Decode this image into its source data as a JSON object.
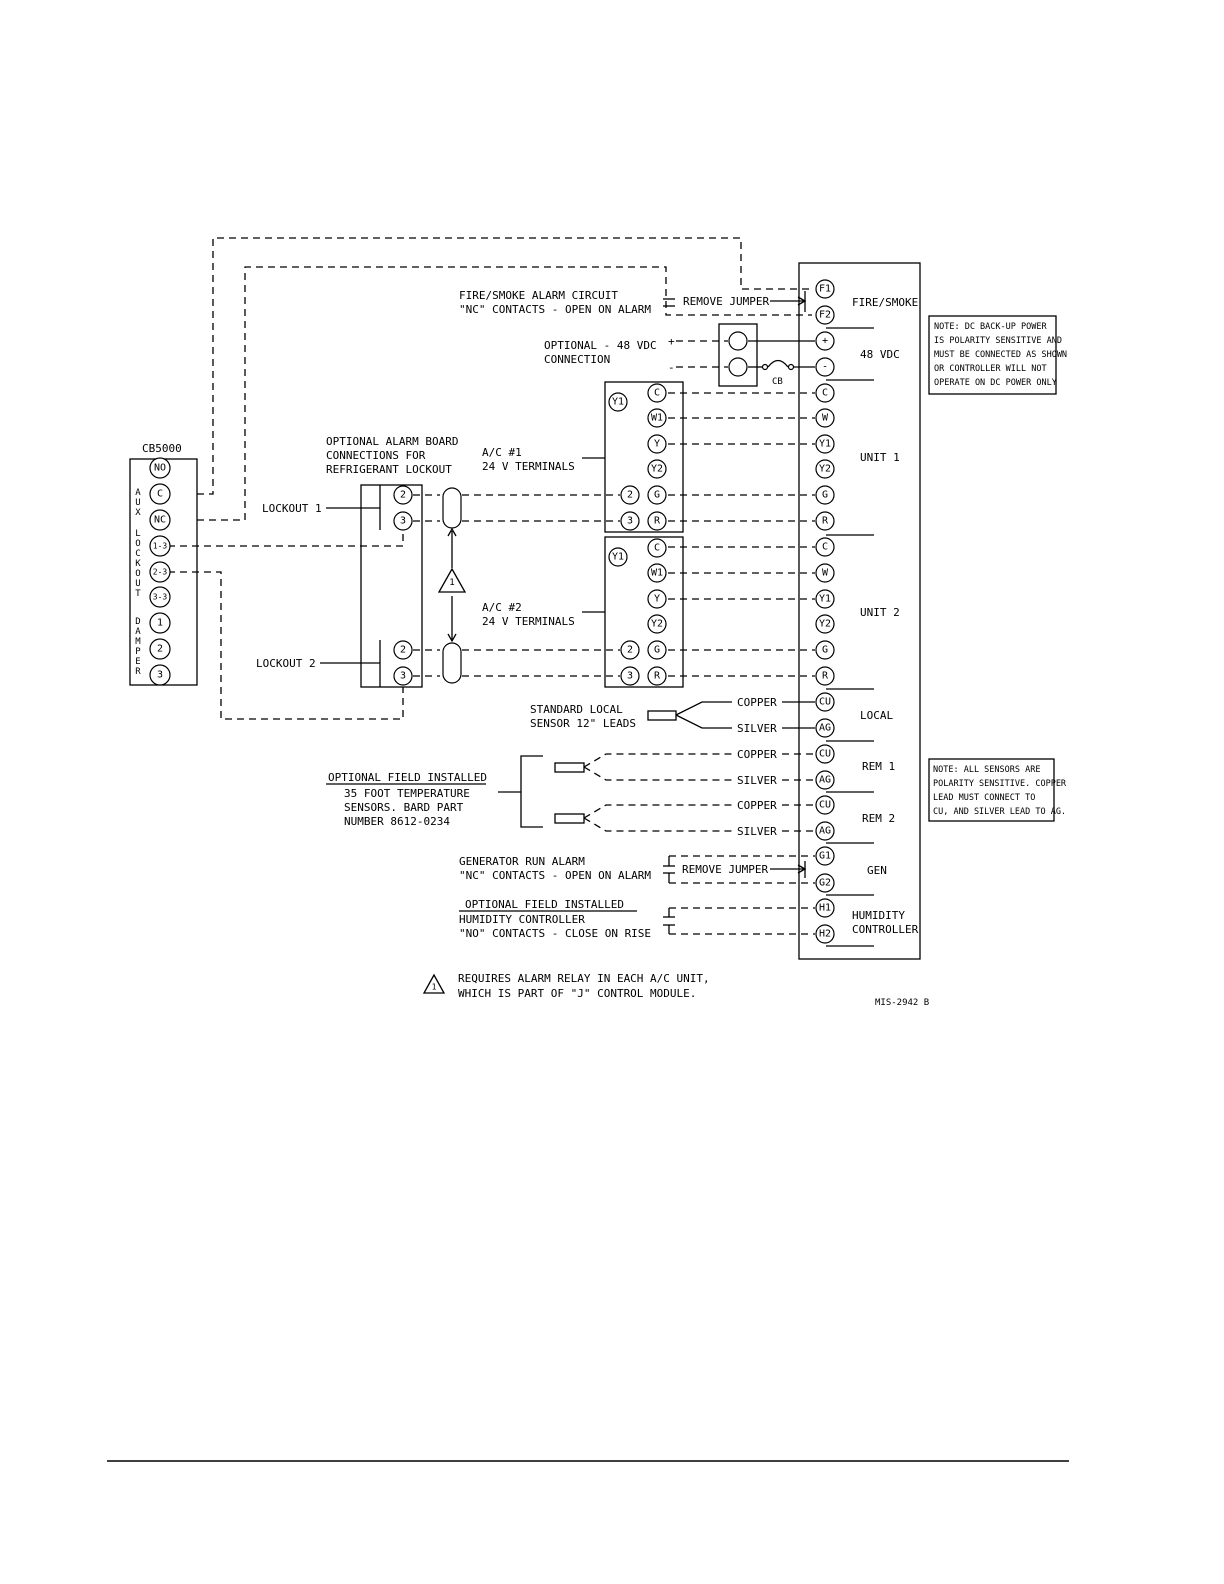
{
  "cb5000": {
    "title": "CB5000",
    "side_aux": "AUX",
    "side_lockout": "LOCKOUT",
    "side_damper": "DAMPER",
    "terminals": [
      "NO",
      "C",
      "NC",
      "1-3",
      "2-3",
      "3-3",
      "1",
      "2",
      "3"
    ]
  },
  "controller": {
    "terminals": [
      "F1",
      "F2",
      "+",
      "-",
      "C",
      "W",
      "Y1",
      "Y2",
      "G",
      "R",
      "C",
      "W",
      "Y1",
      "Y2",
      "G",
      "R",
      "CU",
      "AG",
      "CU",
      "AG",
      "CU",
      "AG",
      "G1",
      "G2",
      "H1",
      "H2"
    ],
    "sections": [
      "FIRE/SMOKE",
      "48 VDC",
      "UNIT 1",
      "UNIT 2",
      "LOCAL",
      "REM 1",
      "REM 2",
      "GEN",
      "HUMIDITY",
      "CONTROLLER"
    ]
  },
  "ac1": {
    "label_line1": "A/C #1",
    "label_line2": "24 V TERMINALS",
    "y1_marker": "Y1",
    "terminals": [
      "C",
      "W1",
      "Y",
      "Y2",
      "G",
      "R"
    ],
    "side_terminals": [
      "2",
      "3"
    ]
  },
  "ac2": {
    "label_line1": "A/C #2",
    "label_line2": "24 V TERMINALS",
    "y1_marker": "Y1",
    "terminals": [
      "C",
      "W1",
      "Y",
      "Y2",
      "G",
      "R"
    ],
    "side_terminals": [
      "2",
      "3"
    ]
  },
  "alarm_board": {
    "title": [
      "OPTIONAL ALARM BOARD",
      "CONNECTIONS FOR",
      "REFRIGERANT LOCKOUT"
    ],
    "lockout1": "LOCKOUT 1",
    "lockout2": "LOCKOUT 2",
    "terminals": [
      "2",
      "3",
      "2",
      "3"
    ]
  },
  "labels": {
    "fire_line1": "FIRE/SMOKE ALARM CIRCUIT",
    "fire_line2": "\"NC\" CONTACTS - OPEN ON ALARM",
    "remove_jumper_1": "REMOVE JUMPER",
    "optional_48_line1": "OPTIONAL - 48 VDC",
    "optional_48_line2": "CONNECTION",
    "plus": "+",
    "minus": "-",
    "cb": "CB",
    "sensor_std_line1": "STANDARD LOCAL",
    "sensor_std_line2": "SENSOR 12\" LEADS",
    "copper": "COPPER",
    "silver": "SILVER",
    "field_line1": "OPTIONAL FIELD INSTALLED",
    "field_line2": "35 FOOT TEMPERATURE",
    "field_line3": "SENSORS. BARD PART",
    "field_line4": "NUMBER 8612-0234",
    "gen_line1": "GENERATOR RUN ALARM",
    "gen_line2": "\"NC\" CONTACTS - OPEN ON ALARM",
    "remove_jumper_2": "REMOVE JUMPER",
    "hum_line1": "OPTIONAL FIELD INSTALLED",
    "hum_line2": "HUMIDITY CONTROLLER",
    "hum_line3": "\"NO\" CONTACTS - CLOSE ON RISE",
    "triangle_mark": "1",
    "footnote_line1": "REQUIRES ALARM RELAY IN EACH A/C UNIT,",
    "footnote_line2": "WHICH IS PART OF \"J\" CONTROL MODULE.",
    "drawing_number": "MIS-2942 B"
  },
  "notes": {
    "dc_note": [
      "NOTE: DC BACK-UP POWER",
      "IS POLARITY SENSITIVE AND",
      "MUST BE CONNECTED AS SHOWN",
      "OR CONTROLLER WILL NOT",
      "OPERATE ON DC POWER ONLY"
    ],
    "sensor_note": [
      "NOTE: ALL SENSORS ARE",
      "POLARITY SENSITIVE. COPPER",
      "LEAD MUST CONNECT TO",
      "CU, AND SILVER LEAD TO AG."
    ]
  }
}
